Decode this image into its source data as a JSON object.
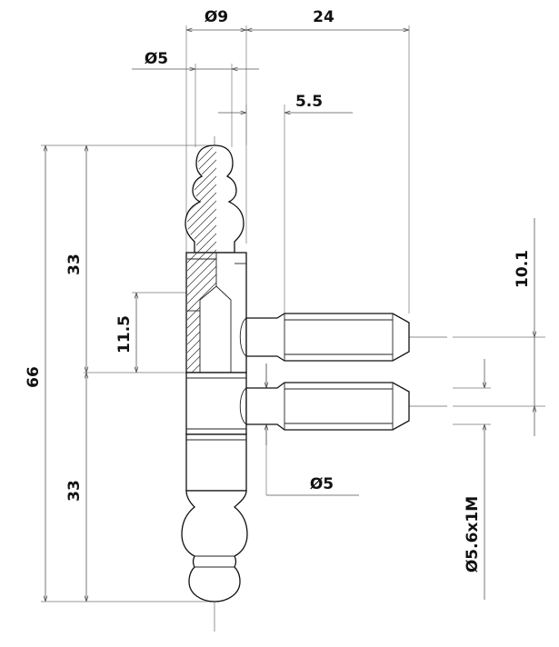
{
  "drawing": {
    "part": "hinge-pin",
    "colors": {
      "line": "#111111",
      "dimension": "#555555",
      "background": "#ffffff"
    },
    "dimensions": {
      "dia_9": "Ø9",
      "len_24": "24",
      "dia_5_top": "Ø5",
      "len_5_5": "5.5",
      "len_66": "66",
      "len_33_upper": "33",
      "len_33_lower": "33",
      "len_11_5": "11.5",
      "len_10_1": "10.1",
      "dia_5_bottom": "Ø5",
      "thread": "Ø5.6x1M"
    }
  }
}
